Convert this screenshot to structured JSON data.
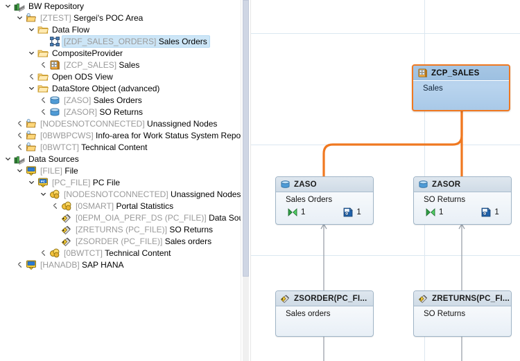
{
  "tree": {
    "rows": [
      {
        "indent": 0,
        "twisty": "expanded",
        "icon": "books-icon",
        "code": "",
        "name": "BW Repository",
        "selected": false
      },
      {
        "indent": 1,
        "twisty": "expanded",
        "icon": "infoarea-icon",
        "code": "[ZTEST]",
        "name": "Sergei's POC Area",
        "selected": false
      },
      {
        "indent": 2,
        "twisty": "expanded",
        "icon": "folder-icon",
        "code": "",
        "name": "Data Flow",
        "selected": false
      },
      {
        "indent": 3,
        "twisty": "none",
        "icon": "dataflow-icon",
        "code": "[ZDF_SALES_ORDERS]",
        "name": "Sales Orders",
        "selected": true
      },
      {
        "indent": 2,
        "twisty": "expanded",
        "icon": "folder-icon",
        "code": "",
        "name": "CompositeProvider",
        "selected": false
      },
      {
        "indent": 3,
        "twisty": "collapsed",
        "icon": "compositeprovider-icon",
        "code": "[ZCP_SALES]",
        "name": "Sales",
        "selected": false
      },
      {
        "indent": 2,
        "twisty": "collapsed",
        "icon": "folder-icon",
        "code": "",
        "name": "Open ODS View",
        "selected": false
      },
      {
        "indent": 2,
        "twisty": "expanded",
        "icon": "folder-icon",
        "code": "",
        "name": "DataStore Object (advanced)",
        "selected": false
      },
      {
        "indent": 3,
        "twisty": "collapsed",
        "icon": "dso-icon",
        "code": "[ZASO]",
        "name": "Sales Orders",
        "selected": false
      },
      {
        "indent": 3,
        "twisty": "collapsed",
        "icon": "dso-icon",
        "code": "[ZASOR]",
        "name": "SO Returns",
        "selected": false
      },
      {
        "indent": 1,
        "twisty": "collapsed",
        "icon": "infoarea-icon",
        "code": "[NODESNOTCONNECTED]",
        "name": "Unassigned Nodes",
        "selected": false
      },
      {
        "indent": 1,
        "twisty": "collapsed",
        "icon": "infoarea-icon",
        "code": "[0BWBPCWS]",
        "name": "Info-area for Work Status System Repor",
        "selected": false
      },
      {
        "indent": 1,
        "twisty": "collapsed",
        "icon": "infoarea-icon",
        "code": "[0BWTCT]",
        "name": "Technical Content",
        "selected": false
      },
      {
        "indent": 0,
        "twisty": "expanded",
        "icon": "books-icon",
        "code": "",
        "name": "Data Sources",
        "selected": false
      },
      {
        "indent": 1,
        "twisty": "expanded",
        "icon": "sourcesystem-icon",
        "code": "[FILE]",
        "name": "File",
        "selected": false
      },
      {
        "indent": 2,
        "twisty": "expanded",
        "icon": "pcfile-icon",
        "code": "[PC_FILE]",
        "name": "PC File",
        "selected": false
      },
      {
        "indent": 3,
        "twisty": "expanded",
        "icon": "appcomponent-icon",
        "code": "[NODESNOTCONNECTED]",
        "name": "Unassigned Nodes",
        "selected": false
      },
      {
        "indent": 4,
        "twisty": "collapsed",
        "icon": "appcomponent-icon",
        "code": "[0SMART]",
        "name": "Portal Statistics",
        "selected": false
      },
      {
        "indent": 4,
        "twisty": "none",
        "icon": "datasource-icon",
        "code": "[0EPM_OIA_PERF_DS (PC_FILE)]",
        "name": "Data Sourc",
        "selected": false
      },
      {
        "indent": 4,
        "twisty": "none",
        "icon": "datasource-icon",
        "code": "[ZRETURNS (PC_FILE)]",
        "name": "SO Returns",
        "selected": false
      },
      {
        "indent": 4,
        "twisty": "none",
        "icon": "datasource-icon",
        "code": "[ZSORDER (PC_FILE)]",
        "name": "Sales orders",
        "selected": false
      },
      {
        "indent": 3,
        "twisty": "collapsed",
        "icon": "appcomponent-icon",
        "code": "[0BWTCT]",
        "name": "Technical Content",
        "selected": false
      },
      {
        "indent": 1,
        "twisty": "collapsed",
        "icon": "sourcesystem-icon",
        "code": "[HANADB]",
        "name": "SAP HANA",
        "selected": false
      }
    ]
  },
  "canvas": {
    "nodes": [
      {
        "id": "zcp-sales",
        "title": "ZCP_SALES",
        "subtitle": "Sales",
        "icon": "compositeprovider-icon",
        "selected": true,
        "metrics": []
      },
      {
        "id": "zaso",
        "title": "ZASO",
        "subtitle": "Sales Orders",
        "icon": "dso-icon",
        "selected": false,
        "metrics": [
          {
            "icon": "transformation-icon",
            "value": "1"
          },
          {
            "icon": "dtp-icon",
            "value": "1"
          }
        ]
      },
      {
        "id": "zasor",
        "title": "ZASOR",
        "subtitle": "SO Returns",
        "icon": "dso-icon",
        "selected": false,
        "metrics": [
          {
            "icon": "transformation-icon",
            "value": "1"
          },
          {
            "icon": "dtp-icon",
            "value": "1"
          }
        ]
      },
      {
        "id": "zsorder",
        "title": "ZSORDER(PC_FI...",
        "subtitle": "Sales orders",
        "icon": "datasource-icon",
        "selected": false,
        "metrics": []
      },
      {
        "id": "zreturns",
        "title": "ZRETURNS(PC_FI...",
        "subtitle": "SO Returns",
        "icon": "datasource-icon",
        "selected": false,
        "metrics": []
      }
    ],
    "colors": {
      "selection_orange": "#f07820",
      "edge_gray": "#9aa2ab",
      "grid_blue": "#dbe7f0",
      "node_fill": "#f2f6fa",
      "selected_node_fill": "#b2cfec"
    }
  }
}
